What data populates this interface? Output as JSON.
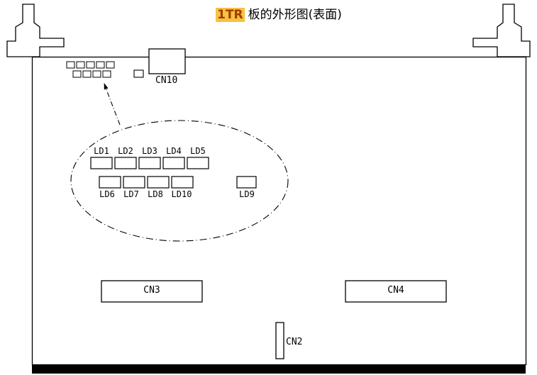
{
  "title": {
    "highlight": "1TR",
    "rest": "板的外形图(表面)"
  },
  "colors": {
    "highlight_bg": "#f4c244",
    "highlight_text": "#a33c00",
    "line": "#000000"
  },
  "board": {
    "connectors": {
      "cn10": "CN10",
      "cn3": "CN3",
      "cn4": "CN4",
      "cn2": "CN2"
    },
    "leds": {
      "row1": [
        "LD1",
        "LD2",
        "LD3",
        "LD4",
        "LD5"
      ],
      "row2": [
        "LD6",
        "LD7",
        "LD8",
        "LD10"
      ],
      "single": "LD9"
    }
  }
}
